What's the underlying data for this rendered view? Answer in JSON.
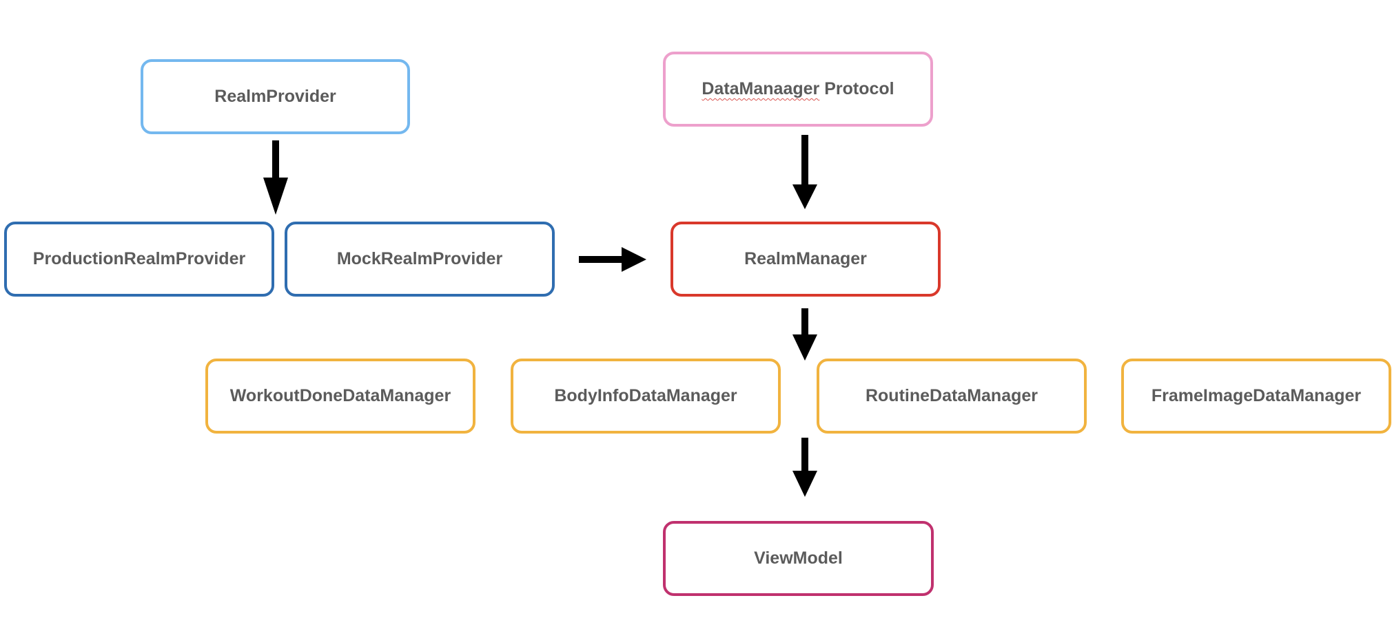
{
  "nodes": {
    "realm_provider": {
      "label": "RealmProvider",
      "color": "#74b8ef"
    },
    "data_manager_protocol": {
      "label_word": "DataManaager",
      "label_rest": " Protocol",
      "color": "#eda0cc"
    },
    "production_realm_provider": {
      "label": "ProductionRealmProvider",
      "color": "#2f6db0"
    },
    "mock_realm_provider": {
      "label": "MockRealmProvider",
      "color": "#2f6db0"
    },
    "realm_manager": {
      "label": "RealmManager",
      "color": "#d9382b"
    },
    "workout_done_data_manager": {
      "label": "WorkoutDoneDataManager",
      "color": "#f1b33f"
    },
    "body_info_data_manager": {
      "label": "BodyInfoDataManager",
      "color": "#f1b33f"
    },
    "routine_data_manager": {
      "label": "RoutineDataManager",
      "color": "#f1b33f"
    },
    "frame_image_data_manager": {
      "label": "FrameImageDataManager",
      "color": "#f1b33f"
    },
    "view_model": {
      "label": "ViewModel",
      "color": "#c0316e"
    }
  },
  "edges": [
    {
      "from": "realm_provider",
      "to": "production_realm_provider / mock_realm_provider"
    },
    {
      "from": "data_manager_protocol",
      "to": "realm_manager"
    },
    {
      "from": "mock_realm_provider",
      "to": "realm_manager"
    },
    {
      "from": "realm_manager",
      "to": "data managers"
    },
    {
      "from": "data managers",
      "to": "view_model"
    }
  ],
  "style": {
    "text_color": "#5b5b5b",
    "arrow_color": "#000000",
    "background": "#ffffff"
  }
}
